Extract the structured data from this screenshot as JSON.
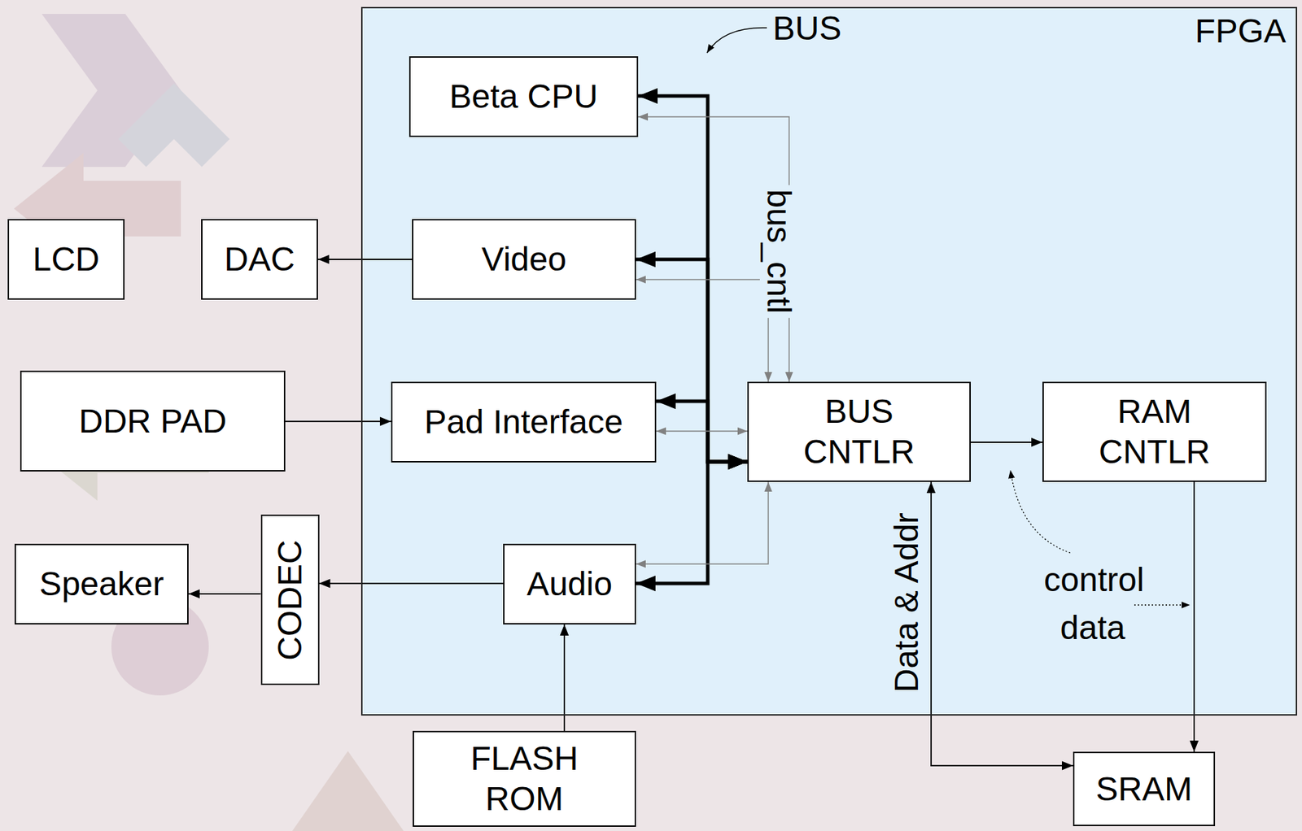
{
  "diagram": {
    "nodes": [
      {
        "text": [
          "FPGA"
        ]
      },
      {
        "text": [
          "Beta CPU"
        ],
        "in": 0
      },
      {
        "text": [
          "LCD"
        ]
      },
      {
        "text": [
          "DAC"
        ]
      },
      {
        "text": [
          "Video"
        ],
        "in": 0
      },
      {
        "text": [
          "DDR PAD"
        ]
      },
      {
        "text": [
          "Pad Interface"
        ],
        "in": 0
      },
      {
        "text": [
          "BUS CNTLR"
        ],
        "in": 0
      },
      {
        "text": [
          "RAM CNTLR"
        ],
        "in": 0
      },
      {
        "text": [
          "Speaker"
        ]
      },
      {
        "text": [
          "CODEC"
        ]
      },
      {
        "text": [
          "Audio"
        ],
        "in": 0
      },
      {
        "text": [
          "FLASH ROM"
        ]
      },
      {
        "text": [
          "SRAM"
        ]
      }
    ],
    "edges": [
      {
        "from": 7,
        "to": 1,
        "arrow": "both"
      },
      {
        "from": 7,
        "to": 4,
        "arrow": "both"
      },
      {
        "from": 7,
        "to": 6,
        "arrow": "both"
      },
      {
        "from": 7,
        "to": 11,
        "arrow": "both"
      },
      {
        "from": 1,
        "to": 7,
        "arrow": "both"
      },
      {
        "from": 4,
        "to": 7,
        "arrow": "both"
      },
      {
        "from": 6,
        "to": 7,
        "arrow": "both"
      },
      {
        "from": 11,
        "to": 7,
        "arrow": "both"
      },
      {
        "from": 4,
        "to": 3,
        "arrow": "to"
      },
      {
        "from": 5,
        "to": 6,
        "arrow": "to"
      },
      {
        "from": 11,
        "to": 10,
        "arrow": "to"
      },
      {
        "from": 10,
        "to": 9,
        "arrow": "to"
      },
      {
        "from": 12,
        "to": 11,
        "arrow": "to"
      },
      {
        "from": 7,
        "to": 8,
        "arrow": "to"
      },
      {
        "from": 8,
        "to": 13,
        "arrow": "to"
      },
      {
        "from": 7,
        "to": 13,
        "label": "Data & Addr",
        "arrow": "both"
      }
    ],
    "labels": [
      "BUS",
      "bus_cntl",
      "control",
      "data"
    ]
  }
}
